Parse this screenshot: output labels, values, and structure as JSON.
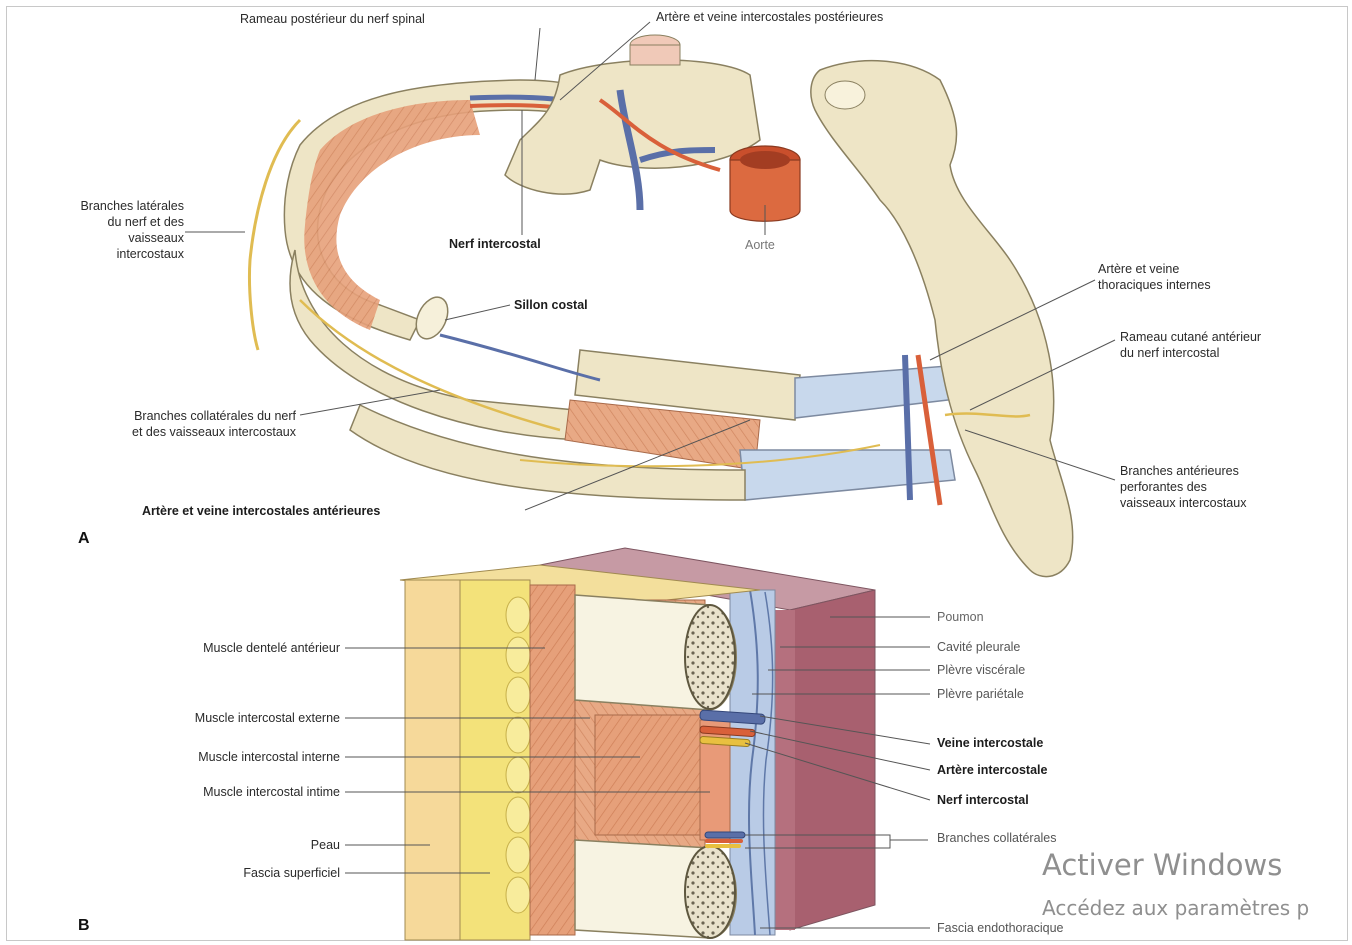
{
  "figure_a": {
    "letter": "A",
    "labels": {
      "posterior_branch_spinal": "Rameau postérieur du nerf spinal",
      "posterior_intercostal_vessels": "Artère et veine intercostales postérieures",
      "lateral_branches": [
        "Branches latérales",
        "du nerf et des",
        "vaisseaux",
        "intercostaux"
      ],
      "intercostal_nerve": "Nerf intercostal",
      "aorta": "Aorte",
      "costal_groove": "Sillon costal",
      "internal_thoracic": [
        "Artère et veine",
        "thoraciques internes"
      ],
      "anterior_cutaneous": [
        "Rameau cutané antérieur",
        "du nerf intercostal"
      ],
      "collateral_branches": [
        "Branches collatérales du nerf",
        "et des vaisseaux intercostaux"
      ],
      "anterior_perforating": [
        "Branches antérieures",
        "perforantes des",
        "vaisseaux intercostaux"
      ],
      "anterior_intercostal_vessels": "Artère et veine intercostales antérieures"
    }
  },
  "figure_b": {
    "letter": "B",
    "labels": {
      "serratus_anterior": "Muscle dentelé antérieur",
      "external_intercostal": "Muscle intercostal externe",
      "internal_intercostal": "Muscle intercostal interne",
      "innermost_intercostal": "Muscle intercostal intime",
      "skin": "Peau",
      "superficial_fascia": "Fascia superficiel",
      "lung": "Poumon",
      "pleural_cavity": "Cavité pleurale",
      "visceral_pleura": "Plèvre viscérale",
      "parietal_pleura": "Plèvre pariétale",
      "intercostal_vein": "Veine intercostale",
      "intercostal_artery": "Artère intercostale",
      "intercostal_nerve": "Nerf intercostal",
      "collateral_branches": "Branches collatérales",
      "endothoracic_fascia": "Fascia endothoracique"
    }
  },
  "watermark": {
    "title": "Activer Windows",
    "subtitle": "Accédez aux paramètres p"
  },
  "colors": {
    "bone": "#ece3c0",
    "muscle": "#e8a47e",
    "artery": "#d9603a",
    "vein": "#5a6fa8",
    "nerve": "#e8c040",
    "lung": "#b7707f",
    "pleura": "#b9cbe6"
  }
}
